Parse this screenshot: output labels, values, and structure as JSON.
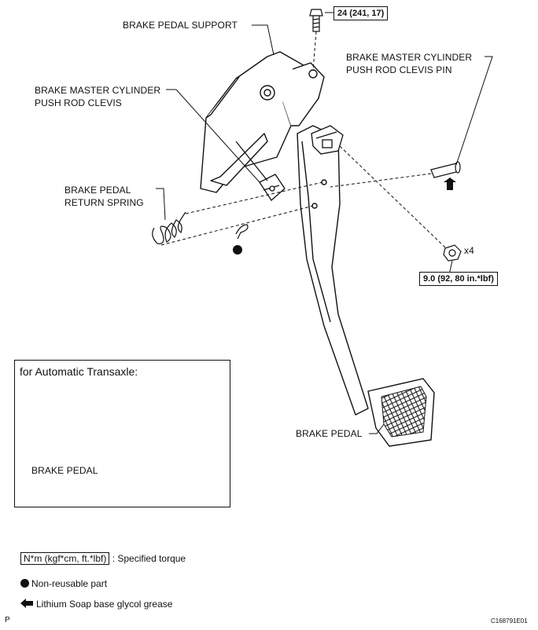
{
  "callouts": {
    "support": "BRAKE PEDAL SUPPORT",
    "clevis_line1": "BRAKE MASTER CYLINDER",
    "clevis_line2": "PUSH ROD CLEVIS",
    "pin_line1": "BRAKE MASTER CYLINDER",
    "pin_line2": "PUSH ROD CLEVIS PIN",
    "spring_line1": "BRAKE PEDAL",
    "spring_line2": "RETURN SPRING",
    "pedal": "BRAKE PEDAL",
    "nut_qty": "x4"
  },
  "torque": {
    "bolt": "24 (241, 17)",
    "nut": "9.0 (92, 80 in.*lbf)"
  },
  "inset": {
    "title": "for Automatic Transaxle:",
    "pedal_label": "BRAKE PEDAL"
  },
  "legend": {
    "torque_unit": "N*m (kgf*cm, ft.*lbf)",
    "torque_desc": ": Specified torque",
    "nonreusable": "Non-reusable part",
    "grease": "Lithium Soap base glycol grease"
  },
  "corner": {
    "left": "P",
    "right": "C168791E01"
  },
  "icons": [
    "bolt-icon",
    "nut-icon",
    "pin-icon",
    "spring-icon",
    "clip-icon",
    "non-reusable-dot-icon",
    "grease-arrow-icon"
  ]
}
